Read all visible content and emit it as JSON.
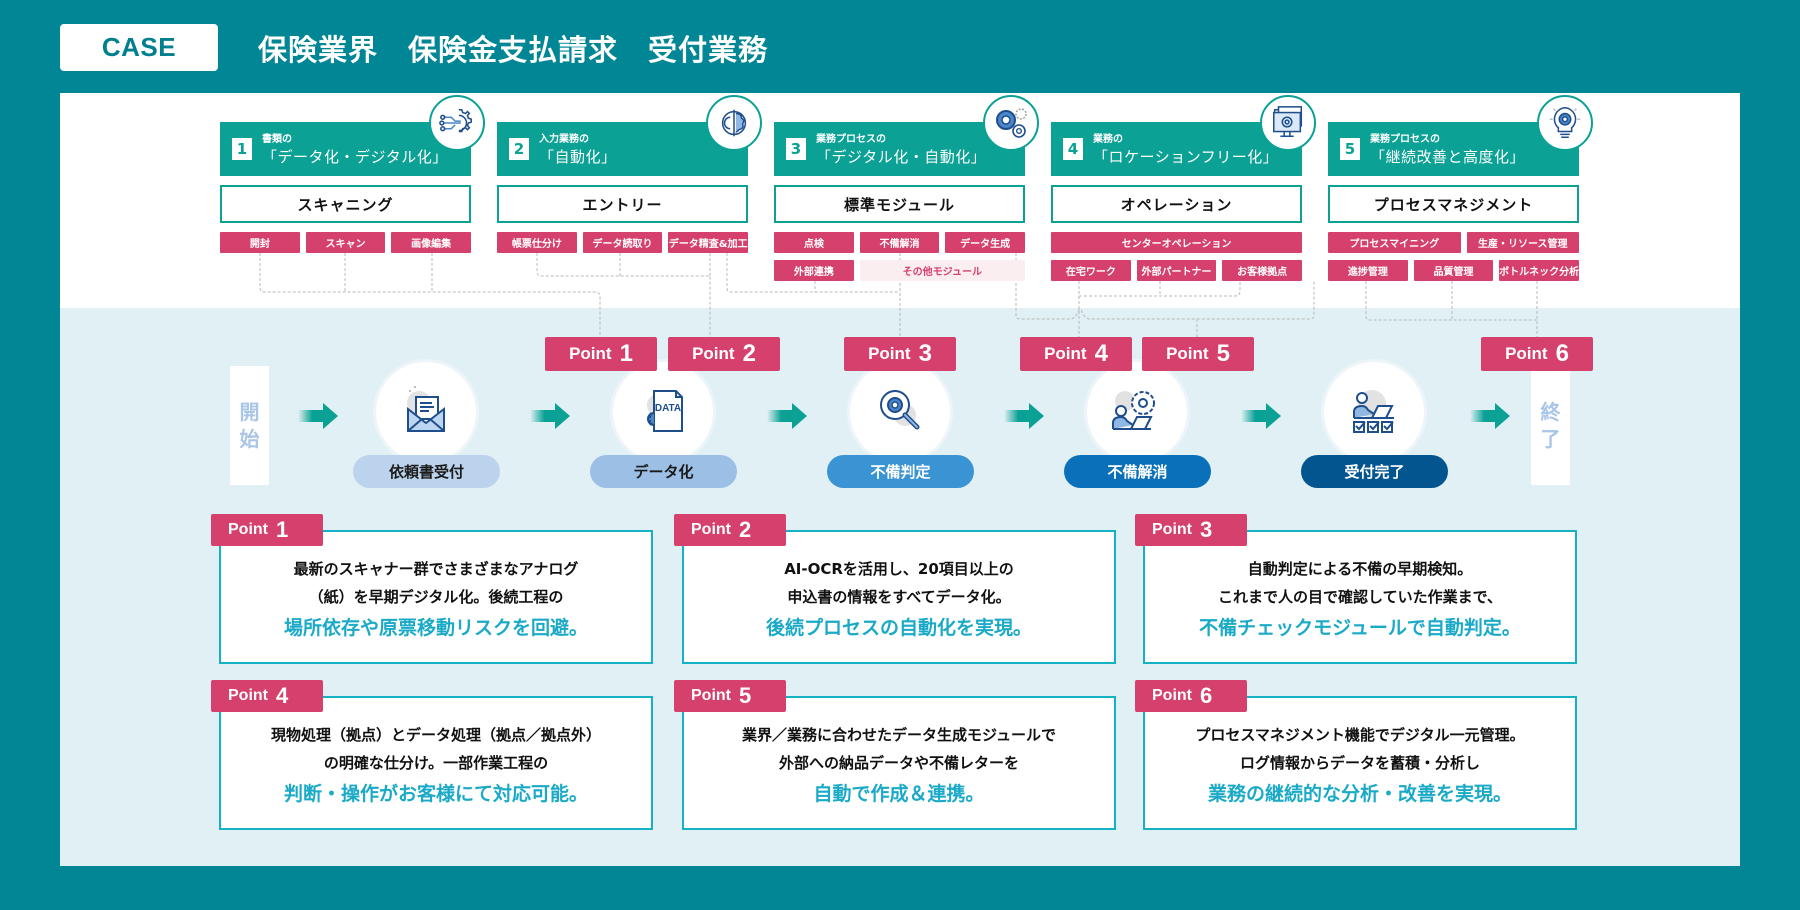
{
  "header": {
    "badge": "CASE",
    "title": "保険業界　保険金支払請求　受付業務"
  },
  "colors": {
    "background": "#008695",
    "category_header": "#0ba195",
    "pill": "#d5406c",
    "highlight_text": "#1aaac7",
    "flow_arrow": "#0ba195"
  },
  "categories": [
    {
      "number": "1",
      "subtitle": "書類の",
      "title": "「データ化・デジタル化」",
      "icon": "digital-gear-icon",
      "module": "スキャニング",
      "rows": [
        [
          "開封",
          "スキャン",
          "画像編集"
        ]
      ]
    },
    {
      "number": "2",
      "subtitle": "入力業務の",
      "title": "「自動化」",
      "icon": "ai-brain-icon",
      "module": "エントリー",
      "rows": [
        [
          "帳票仕分け",
          "データ読取り",
          "データ精査&加工"
        ]
      ]
    },
    {
      "number": "3",
      "subtitle": "業務プロセスの",
      "title": "「デジタル化・自動化」",
      "icon": "gears-icon",
      "module": "標準モジュール",
      "rows": [
        [
          "点検",
          "不備解消",
          "データ生成"
        ],
        [
          "外部連携",
          "その他モジュール"
        ]
      ]
    },
    {
      "number": "4",
      "subtitle": "業務の",
      "title": "「ロケーションフリー化」",
      "icon": "monitor-gear-icon",
      "module": "オペレーション",
      "rows": [
        [
          "センターオペレーション"
        ],
        [
          "在宅ワーク",
          "外部パートナー",
          "お客様拠点"
        ]
      ]
    },
    {
      "number": "5",
      "subtitle": "業務プロセスの",
      "title": "「継続改善と高度化」",
      "icon": "lightbulb-gear-icon",
      "module": "プロセスマネジメント",
      "rows": [
        [
          "プロセスマイニング",
          "生産・リソース管理"
        ],
        [
          "進捗管理",
          "品質管理",
          "ボトルネック分析"
        ]
      ]
    }
  ],
  "flow": {
    "start": [
      "開",
      "始"
    ],
    "end": [
      "終",
      "了"
    ],
    "steps": [
      {
        "label": "依頼書受付",
        "icon": "envelope-document-icon",
        "color": "#bcd3ee",
        "text_color": "#1a1a1a"
      },
      {
        "label": "データ化",
        "icon": "data-file-gear-icon",
        "color": "#9cbfe6",
        "text_color": "#1a1a1a"
      },
      {
        "label": "不備判定",
        "icon": "magnifier-gear-icon",
        "color": "#3a93d2",
        "text_color": "#ffffff"
      },
      {
        "label": "不備解消",
        "icon": "person-gear-laptop-icon",
        "color": "#0a70ba",
        "text_color": "#ffffff"
      },
      {
        "label": "受付完了",
        "icon": "person-checklist-icon",
        "color": "#035590",
        "text_color": "#ffffff"
      }
    ],
    "point_tags": [
      {
        "word": "Point",
        "num": "1"
      },
      {
        "word": "Point",
        "num": "2"
      },
      {
        "word": "Point",
        "num": "3"
      },
      {
        "word": "Point",
        "num": "4"
      },
      {
        "word": "Point",
        "num": "5"
      },
      {
        "word": "Point",
        "num": "6"
      }
    ]
  },
  "points": [
    {
      "word": "Point",
      "num": "1",
      "lines": [
        "最新のスキャナー群でさまざまなアナログ",
        "（紙）を早期デジタル化。後続工程の"
      ],
      "highlight": "場所依存や原票移動リスクを回避。"
    },
    {
      "word": "Point",
      "num": "2",
      "lines": [
        "AI-OCRを活用し、20項目以上の",
        "申込書の情報をすべてデータ化。"
      ],
      "highlight": "後続プロセスの自動化を実現。"
    },
    {
      "word": "Point",
      "num": "3",
      "lines": [
        "自動判定による不備の早期検知。",
        "これまで人の目で確認していた作業まで、"
      ],
      "highlight": "不備チェックモジュールで自動判定。"
    },
    {
      "word": "Point",
      "num": "4",
      "lines": [
        "現物処理（拠点）とデータ処理（拠点／拠点外）",
        "の明確な仕分け。一部作業工程の"
      ],
      "highlight": "判断・操作がお客様にて対応可能。"
    },
    {
      "word": "Point",
      "num": "5",
      "lines": [
        "業界／業務に合わせたデータ生成モジュールで",
        "外部への納品データや不備レターを"
      ],
      "highlight": "自動で作成＆連携。"
    },
    {
      "word": "Point",
      "num": "6",
      "lines": [
        "プロセスマネジメント機能でデジタル一元管理。",
        "ログ情報からデータを蓄積・分析し"
      ],
      "highlight": "業務の継続的な分析・改善を実現。"
    }
  ]
}
